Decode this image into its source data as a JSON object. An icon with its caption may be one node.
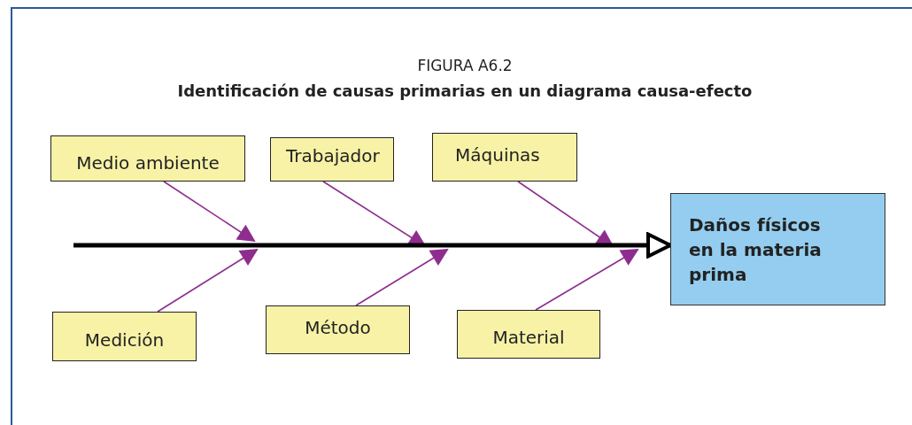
{
  "diagram": {
    "title": "FIGURA A6.2",
    "nodes": [
      {
        "text": [
          "Medio ambiente"
        ]
      },
      {
        "text": [
          "Trabajador"
        ]
      },
      {
        "text": [
          "Máquinas"
        ]
      },
      {
        "text": [
          "Medición"
        ]
      },
      {
        "text": [
          "Método"
        ]
      },
      {
        "text": [
          "Material"
        ]
      },
      {
        "text": [
          "Daños físicos en la materia prima"
        ]
      }
    ],
    "edges": [
      {
        "from": 0,
        "to": null,
        "arrow": "to"
      },
      {
        "from": 1,
        "to": null,
        "arrow": "to"
      },
      {
        "from": 2,
        "to": null,
        "arrow": "to"
      },
      {
        "from": 3,
        "to": null,
        "arrow": "to"
      },
      {
        "from": 4,
        "to": null,
        "arrow": "to"
      },
      {
        "from": 5,
        "to": null,
        "arrow": "to"
      },
      {
        "from": null,
        "to": 6,
        "arrow": "to",
        "style": "thick",
        "color": "#000000"
      }
    ],
    "labels": [
      "Identificación de causas primarias en un diagrama causa-efecto"
    ]
  }
}
